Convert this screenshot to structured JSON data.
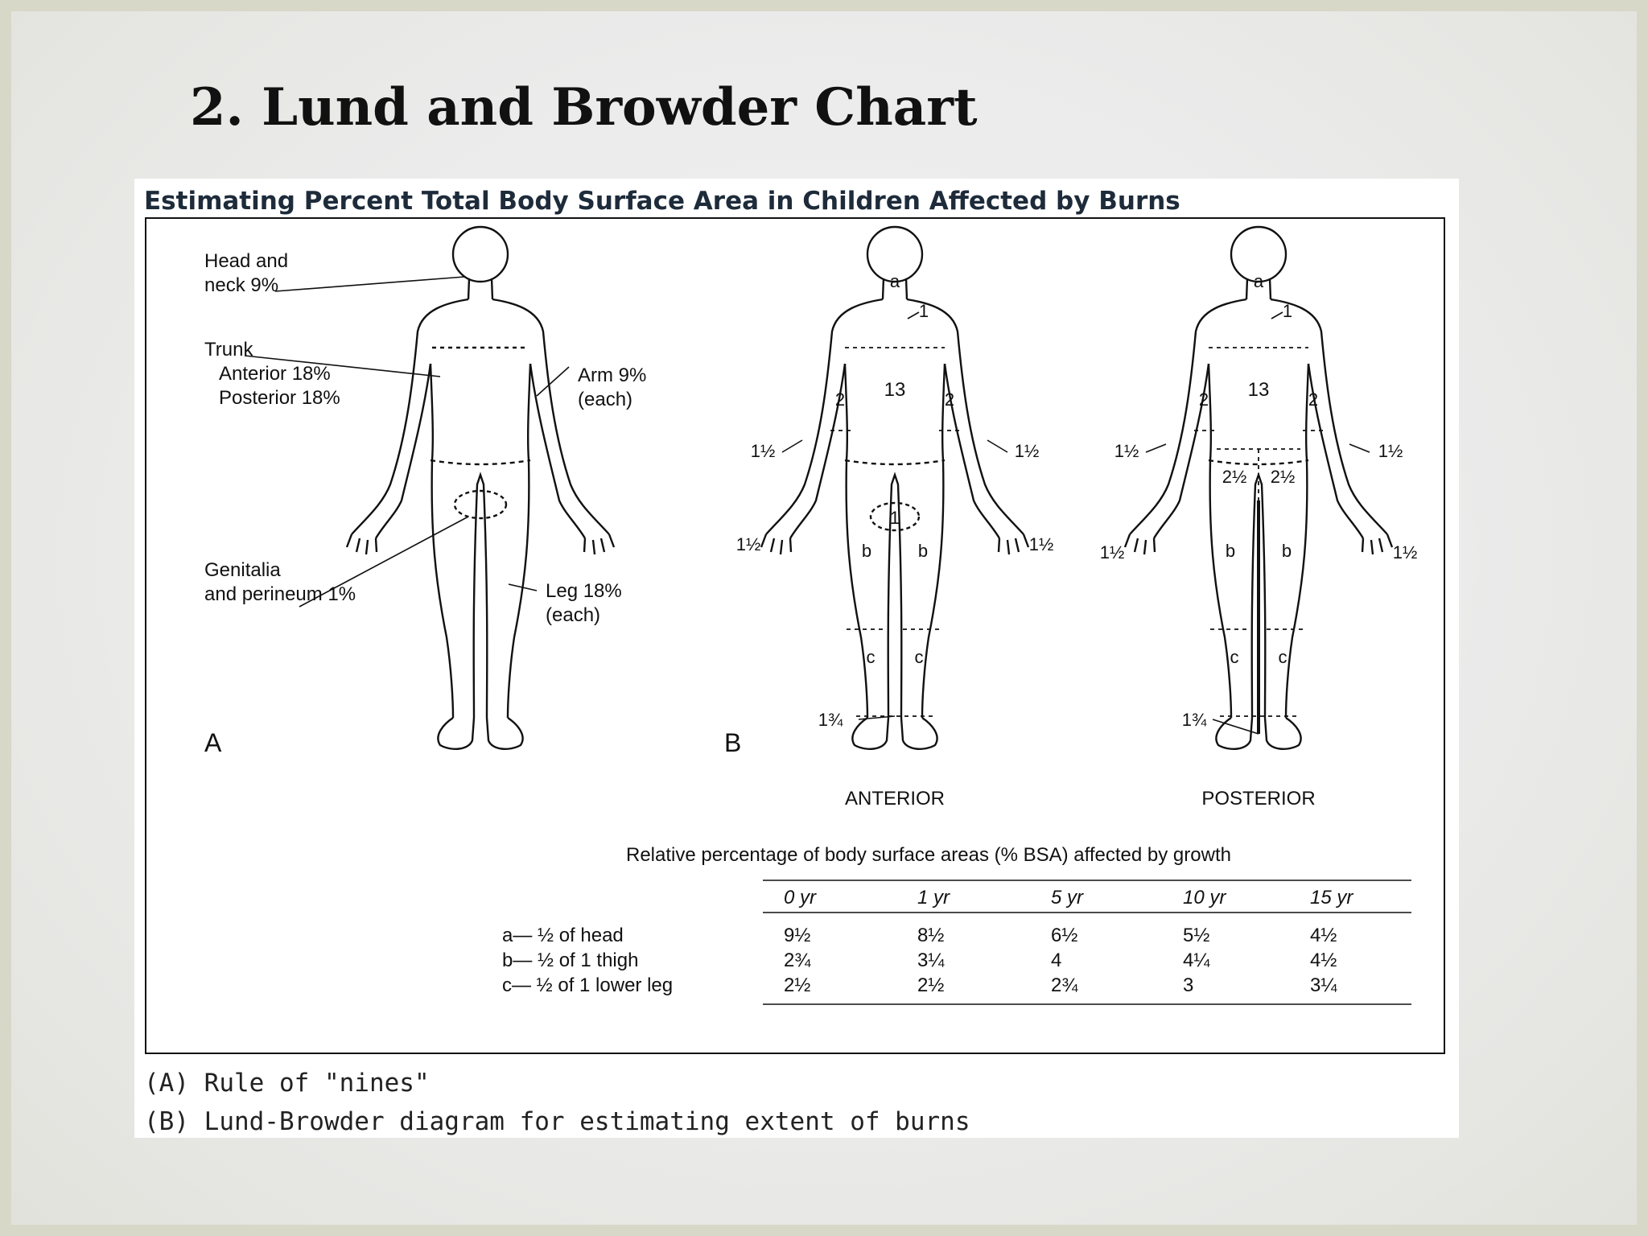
{
  "slide_title": "2. Lund and Browder Chart",
  "figure": {
    "heading": "Estimating Percent Total Body Surface Area in Children Affected by Burns",
    "caption_a": "(A) Rule of \"nines\"",
    "caption_b": "(B) Lund-Browder diagram for estimating extent of burns"
  },
  "panel_a": {
    "letter": "A",
    "head_neck": [
      "Head and",
      "neck 9%"
    ],
    "trunk": [
      "Trunk",
      "Anterior 18%",
      "Posterior 18%"
    ],
    "arm": [
      "Arm 9%",
      "(each)"
    ],
    "genitalia": [
      "Genitalia",
      "and perineum 1%"
    ],
    "leg": [
      "Leg 18%",
      "(each)"
    ]
  },
  "panel_b": {
    "letter": "B",
    "anterior": {
      "view_label": "ANTERIOR",
      "head": "a",
      "neck": "1",
      "trunk": "13",
      "upper_arm_left": "2",
      "upper_arm_right": "2",
      "forearm_left": "1½",
      "forearm_right": "1½",
      "hand_left": "1½",
      "hand_right": "1½",
      "genitalia": "1",
      "thigh_left": "b",
      "thigh_right": "b",
      "lower_leg_left": "c",
      "lower_leg_right": "c",
      "foot": "1¾"
    },
    "posterior": {
      "view_label": "POSTERIOR",
      "head": "a",
      "neck": "1",
      "trunk": "13",
      "upper_arm_left": "2",
      "upper_arm_right": "2",
      "forearm_left": "1½",
      "forearm_right": "1½",
      "buttock_left": "2½",
      "buttock_right": "2½",
      "hand_left": "1½",
      "hand_right": "1½",
      "thigh_left": "b",
      "thigh_right": "b",
      "lower_leg_left": "c",
      "lower_leg_right": "c",
      "foot": "1¾"
    }
  },
  "table": {
    "title": "Relative percentage of body surface areas (% BSA) affected by growth",
    "columns": [
      "0 yr",
      "1 yr",
      "5 yr",
      "10 yr",
      "15 yr"
    ],
    "rows": [
      {
        "label": "a— ½ of head",
        "values": [
          "9½",
          "8½",
          "6½",
          "5½",
          "4½"
        ]
      },
      {
        "label": "b— ½ of 1 thigh",
        "values": [
          "2¾",
          "3¼",
          "4",
          "4¼",
          "4½"
        ]
      },
      {
        "label": "c— ½ of 1 lower leg",
        "values": [
          "2½",
          "2½",
          "2¾",
          "3",
          "3¼"
        ]
      }
    ]
  }
}
